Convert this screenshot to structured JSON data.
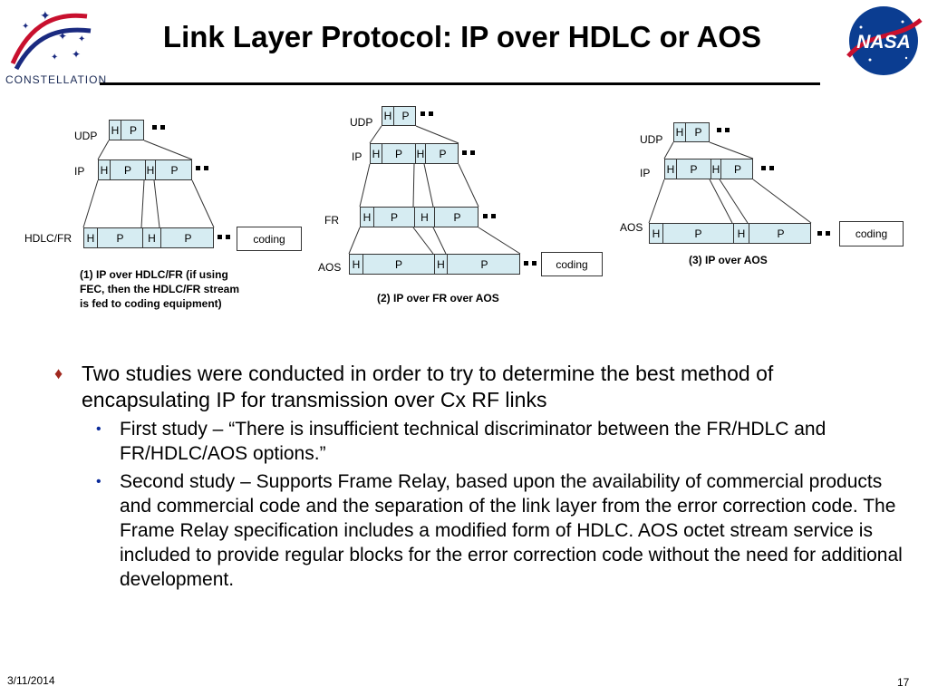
{
  "slide": {
    "title": "Link Layer Protocol:  IP over HDLC or AOS",
    "logo_text": "CONSTELLATION",
    "nasa_text": "NASA",
    "date": "3/11/2014",
    "page": "17"
  },
  "colors": {
    "frame_fill": "#d6ecf2",
    "nasa_blue": "#0b3d91",
    "nasa_red": "#c8102e",
    "bullet_red": "#a0281e"
  },
  "diagram": {
    "labels": {
      "udp": "UDP",
      "ip": "IP",
      "fr": "FR",
      "hdlc_fr": "HDLC/FR",
      "aos": "AOS"
    },
    "cells": {
      "h": "H",
      "p": "P"
    },
    "coding": "coding",
    "captions": [
      "(1) IP over HDLC/FR (if using FEC, then the HDLC/FR stream is fed to coding equipment)",
      "(2) IP over FR over AOS",
      "(3) IP over AOS"
    ]
  },
  "bullets": {
    "main": "Two studies were conducted in order to try to determine the best method of encapsulating IP for transmission over Cx RF links",
    "sub": [
      "First study – “There is insufficient technical discriminator between the FR/HDLC and FR/HDLC/AOS options.”",
      "Second study – Supports Frame Relay, based upon the availability of commercial products and commercial code and the separation of the link layer from the error correction code.  The Frame Relay specification includes a modified form of HDLC.  AOS octet stream service is included to provide regular blocks for the error correction code without the need for additional development."
    ]
  }
}
